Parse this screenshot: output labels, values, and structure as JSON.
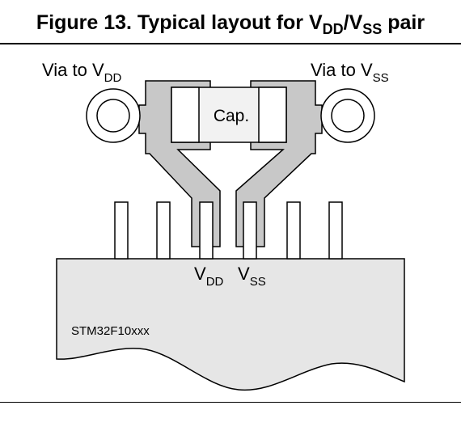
{
  "figure": {
    "title_main": "Figure 13. Typical layout for V",
    "title_sub1": "DD",
    "title_sep": "/V",
    "title_sub2": "SS",
    "title_tail": " pair"
  },
  "labels": {
    "via_vdd_text": "Via to V",
    "via_vdd_sub": "DD",
    "via_vss_text": "Via to V",
    "via_vss_sub": "SS",
    "capacitor": "Cap.",
    "vdd_pin_text": "V",
    "vdd_pin_sub": "DD",
    "vss_pin_text": "V",
    "vss_pin_sub": "SS",
    "chip_name": "STM32F10xxx"
  },
  "colors": {
    "trace_fill": "#c8c8c8",
    "chip_fill": "#e6e6e6",
    "cap_fill": "#f2f2f2",
    "outline": "#000000"
  }
}
